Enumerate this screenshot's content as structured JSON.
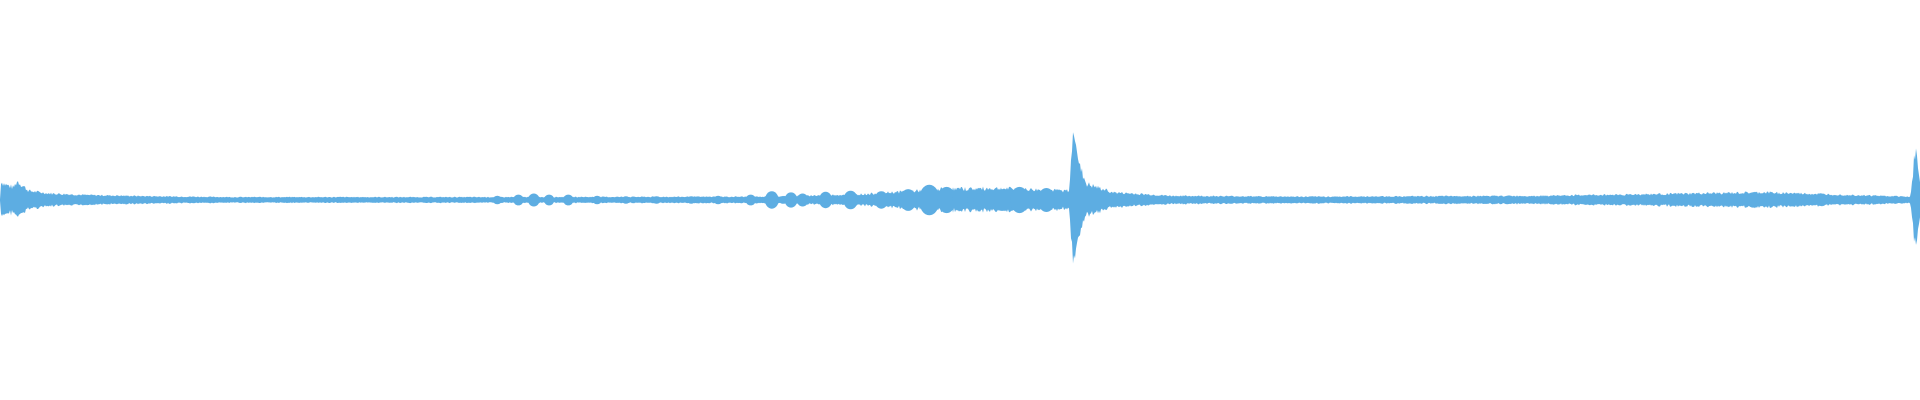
{
  "waveform": {
    "color": "#5dade2",
    "background": "#ffffff",
    "amplitude_scale": 100,
    "envelope": [
      {
        "t": 0.0,
        "amp": 0.0
      },
      {
        "t": 0.0003,
        "amp": 0.22
      },
      {
        "t": 0.0025,
        "amp": 0.18
      },
      {
        "t": 0.007,
        "amp": 0.14
      },
      {
        "t": 0.009,
        "amp": 0.22
      },
      {
        "t": 0.015,
        "amp": 0.1
      },
      {
        "t": 0.025,
        "amp": 0.07
      },
      {
        "t": 0.045,
        "amp": 0.05
      },
      {
        "t": 0.08,
        "amp": 0.035
      },
      {
        "t": 0.12,
        "amp": 0.025
      },
      {
        "t": 0.25,
        "amp": 0.025
      },
      {
        "t": 0.4,
        "amp": 0.03
      },
      {
        "t": 0.45,
        "amp": 0.06
      },
      {
        "t": 0.49,
        "amp": 0.12
      },
      {
        "t": 0.52,
        "amp": 0.13
      },
      {
        "t": 0.557,
        "amp": 0.1
      },
      {
        "t": 0.5592,
        "amp": 1.0
      },
      {
        "t": 0.562,
        "amp": 0.4
      },
      {
        "t": 0.566,
        "amp": 0.18
      },
      {
        "t": 0.58,
        "amp": 0.08
      },
      {
        "t": 0.61,
        "amp": 0.04
      },
      {
        "t": 0.68,
        "amp": 0.03
      },
      {
        "t": 0.8,
        "amp": 0.04
      },
      {
        "t": 0.92,
        "amp": 0.08
      },
      {
        "t": 0.995,
        "amp": 0.03
      },
      {
        "t": 0.9975,
        "amp": 0.6
      },
      {
        "t": 1.0,
        "amp": 0.2
      }
    ],
    "pulses": [
      {
        "t": 0.259,
        "amp": 0.06
      },
      {
        "t": 0.27,
        "amp": 0.08
      },
      {
        "t": 0.278,
        "amp": 0.1
      },
      {
        "t": 0.286,
        "amp": 0.08
      },
      {
        "t": 0.296,
        "amp": 0.08
      },
      {
        "t": 0.311,
        "amp": 0.06
      },
      {
        "t": 0.326,
        "amp": 0.05
      },
      {
        "t": 0.342,
        "amp": 0.05
      },
      {
        "t": 0.36,
        "amp": 0.05
      },
      {
        "t": 0.374,
        "amp": 0.06
      },
      {
        "t": 0.391,
        "amp": 0.08
      },
      {
        "t": 0.402,
        "amp": 0.14
      },
      {
        "t": 0.412,
        "amp": 0.12
      },
      {
        "t": 0.418,
        "amp": 0.1
      },
      {
        "t": 0.43,
        "amp": 0.13
      },
      {
        "t": 0.443,
        "amp": 0.15
      },
      {
        "t": 0.459,
        "amp": 0.14
      },
      {
        "t": 0.473,
        "amp": 0.18
      },
      {
        "t": 0.484,
        "amp": 0.26
      },
      {
        "t": 0.493,
        "amp": 0.22
      },
      {
        "t": 0.5,
        "amp": 0.16
      },
      {
        "t": 0.51,
        "amp": 0.1
      },
      {
        "t": 0.522,
        "amp": 0.18
      },
      {
        "t": 0.531,
        "amp": 0.22
      },
      {
        "t": 0.545,
        "amp": 0.2
      },
      {
        "t": 0.613,
        "amp": 0.05
      },
      {
        "t": 0.64,
        "amp": 0.04
      },
      {
        "t": 0.672,
        "amp": 0.04
      },
      {
        "t": 0.7,
        "amp": 0.04
      },
      {
        "t": 0.733,
        "amp": 0.05
      },
      {
        "t": 0.76,
        "amp": 0.05
      },
      {
        "t": 0.785,
        "amp": 0.06
      },
      {
        "t": 0.808,
        "amp": 0.06
      },
      {
        "t": 0.826,
        "amp": 0.07
      },
      {
        "t": 0.846,
        "amp": 0.06
      },
      {
        "t": 0.861,
        "amp": 0.07
      },
      {
        "t": 0.875,
        "amp": 0.06
      },
      {
        "t": 0.893,
        "amp": 0.08
      },
      {
        "t": 0.913,
        "amp": 0.12
      },
      {
        "t": 0.924,
        "amp": 0.08
      },
      {
        "t": 0.946,
        "amp": 0.06
      },
      {
        "t": 0.959,
        "amp": 0.06
      },
      {
        "t": 0.973,
        "amp": 0.05
      },
      {
        "t": 0.988,
        "amp": 0.04
      }
    ]
  }
}
